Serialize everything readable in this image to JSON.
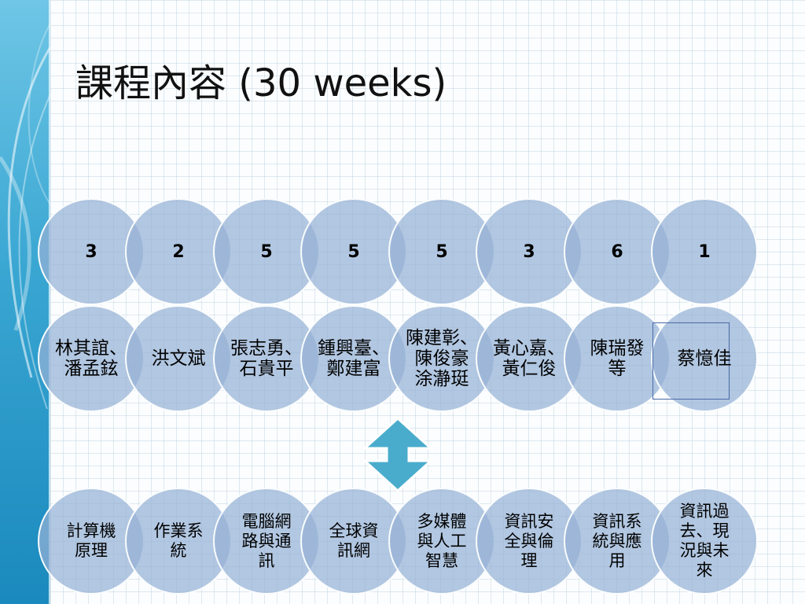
{
  "slide": {
    "title_cjk": "課程內容",
    "title_en": "(30 weeks)"
  },
  "rows": {
    "counts": [
      "3",
      "2",
      "5",
      "5",
      "5",
      "3",
      "6",
      "1"
    ],
    "teachers": [
      "林其誼、\n潘孟鉉",
      "洪文斌",
      "張志勇、\n石貴平",
      "鍾興臺、\n鄭建富",
      "陳建彰、\n陳俊豪\n涂瀞珽",
      "黃心嘉、\n黃仁俊",
      "陳瑞發\n等",
      "蔡憶佳"
    ],
    "courses": [
      "計算機\n原理",
      "作業系\n統",
      "電腦網\n路與通\n訊",
      "全球資\n訊網",
      "多媒體\n與人工\n智慧",
      "資訊安\n全與倫\n理",
      "資訊系\n統與應\n用",
      "資訊過\n去、現\n況與未\n來"
    ]
  },
  "colors": {
    "circle_fill": "#96b2d6",
    "arrow_fill": "#4aaccc",
    "side_band": "#39a6d2"
  },
  "icons": {
    "connector": "up-down-arrow-icon"
  }
}
